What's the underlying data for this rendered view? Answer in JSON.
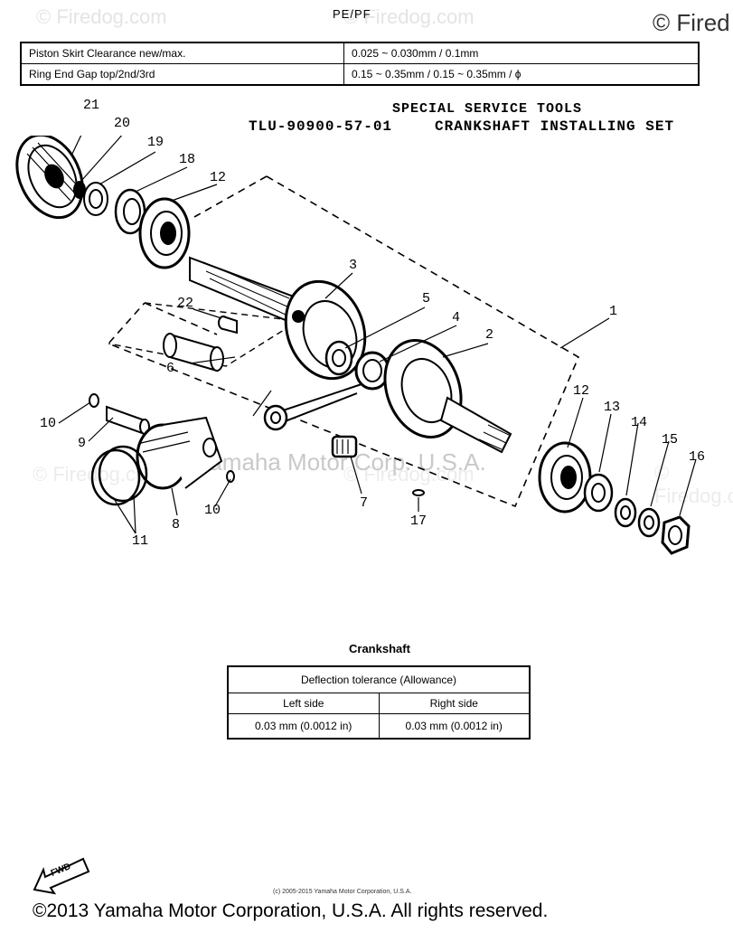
{
  "header": {
    "model": "PE/PF"
  },
  "watermarks": {
    "brand": "© Firedog.com",
    "corner": "© Fired",
    "faint_corp": "© Yamaha Motor Corp. U.S.A."
  },
  "spec_table": {
    "rows": [
      {
        "label": "Piston Skirt Clearance new/max.",
        "value": "0.025 ~ 0.030mm / 0.1mm"
      },
      {
        "label": "Ring End Gap top/2nd/3rd",
        "value": "0.15 ~ 0.35mm / 0.15 ~ 0.35mm / ϕ"
      }
    ]
  },
  "tools": {
    "heading": "SPECIAL SERVICE TOOLS",
    "part_no": "TLU-90900-57-01",
    "name": "CRANKSHAFT INSTALLING SET"
  },
  "callouts": {
    "c21": "21",
    "c20": "20",
    "c19": "19",
    "c18": "18",
    "c12a": "12",
    "c22": "22",
    "c3": "3",
    "c5": "5",
    "c4": "4",
    "c1": "1",
    "c2": "2",
    "c6": "6",
    "c10a": "10",
    "c9": "9",
    "c11": "11",
    "c8": "8",
    "c10b": "10",
    "c7": "7",
    "c17": "17",
    "c12b": "12",
    "c13": "13",
    "c14": "14",
    "c15": "15",
    "c16": "16"
  },
  "crankshaft": {
    "caption": "Crankshaft",
    "header": "Deflection tolerance (Allowance)",
    "left_label": "Left side",
    "right_label": "Right side",
    "left_value": "0.03 mm (0.0012 in)",
    "right_value": "0.03 mm (0.0012 in)"
  },
  "fwd_label": "FWD",
  "copyright_small": "(c) 2005-2015 Yamaha Motor Corporation, U.S.A.",
  "copyright_main": "©2013 Yamaha Motor Corporation, U.S.A. All rights reserved."
}
